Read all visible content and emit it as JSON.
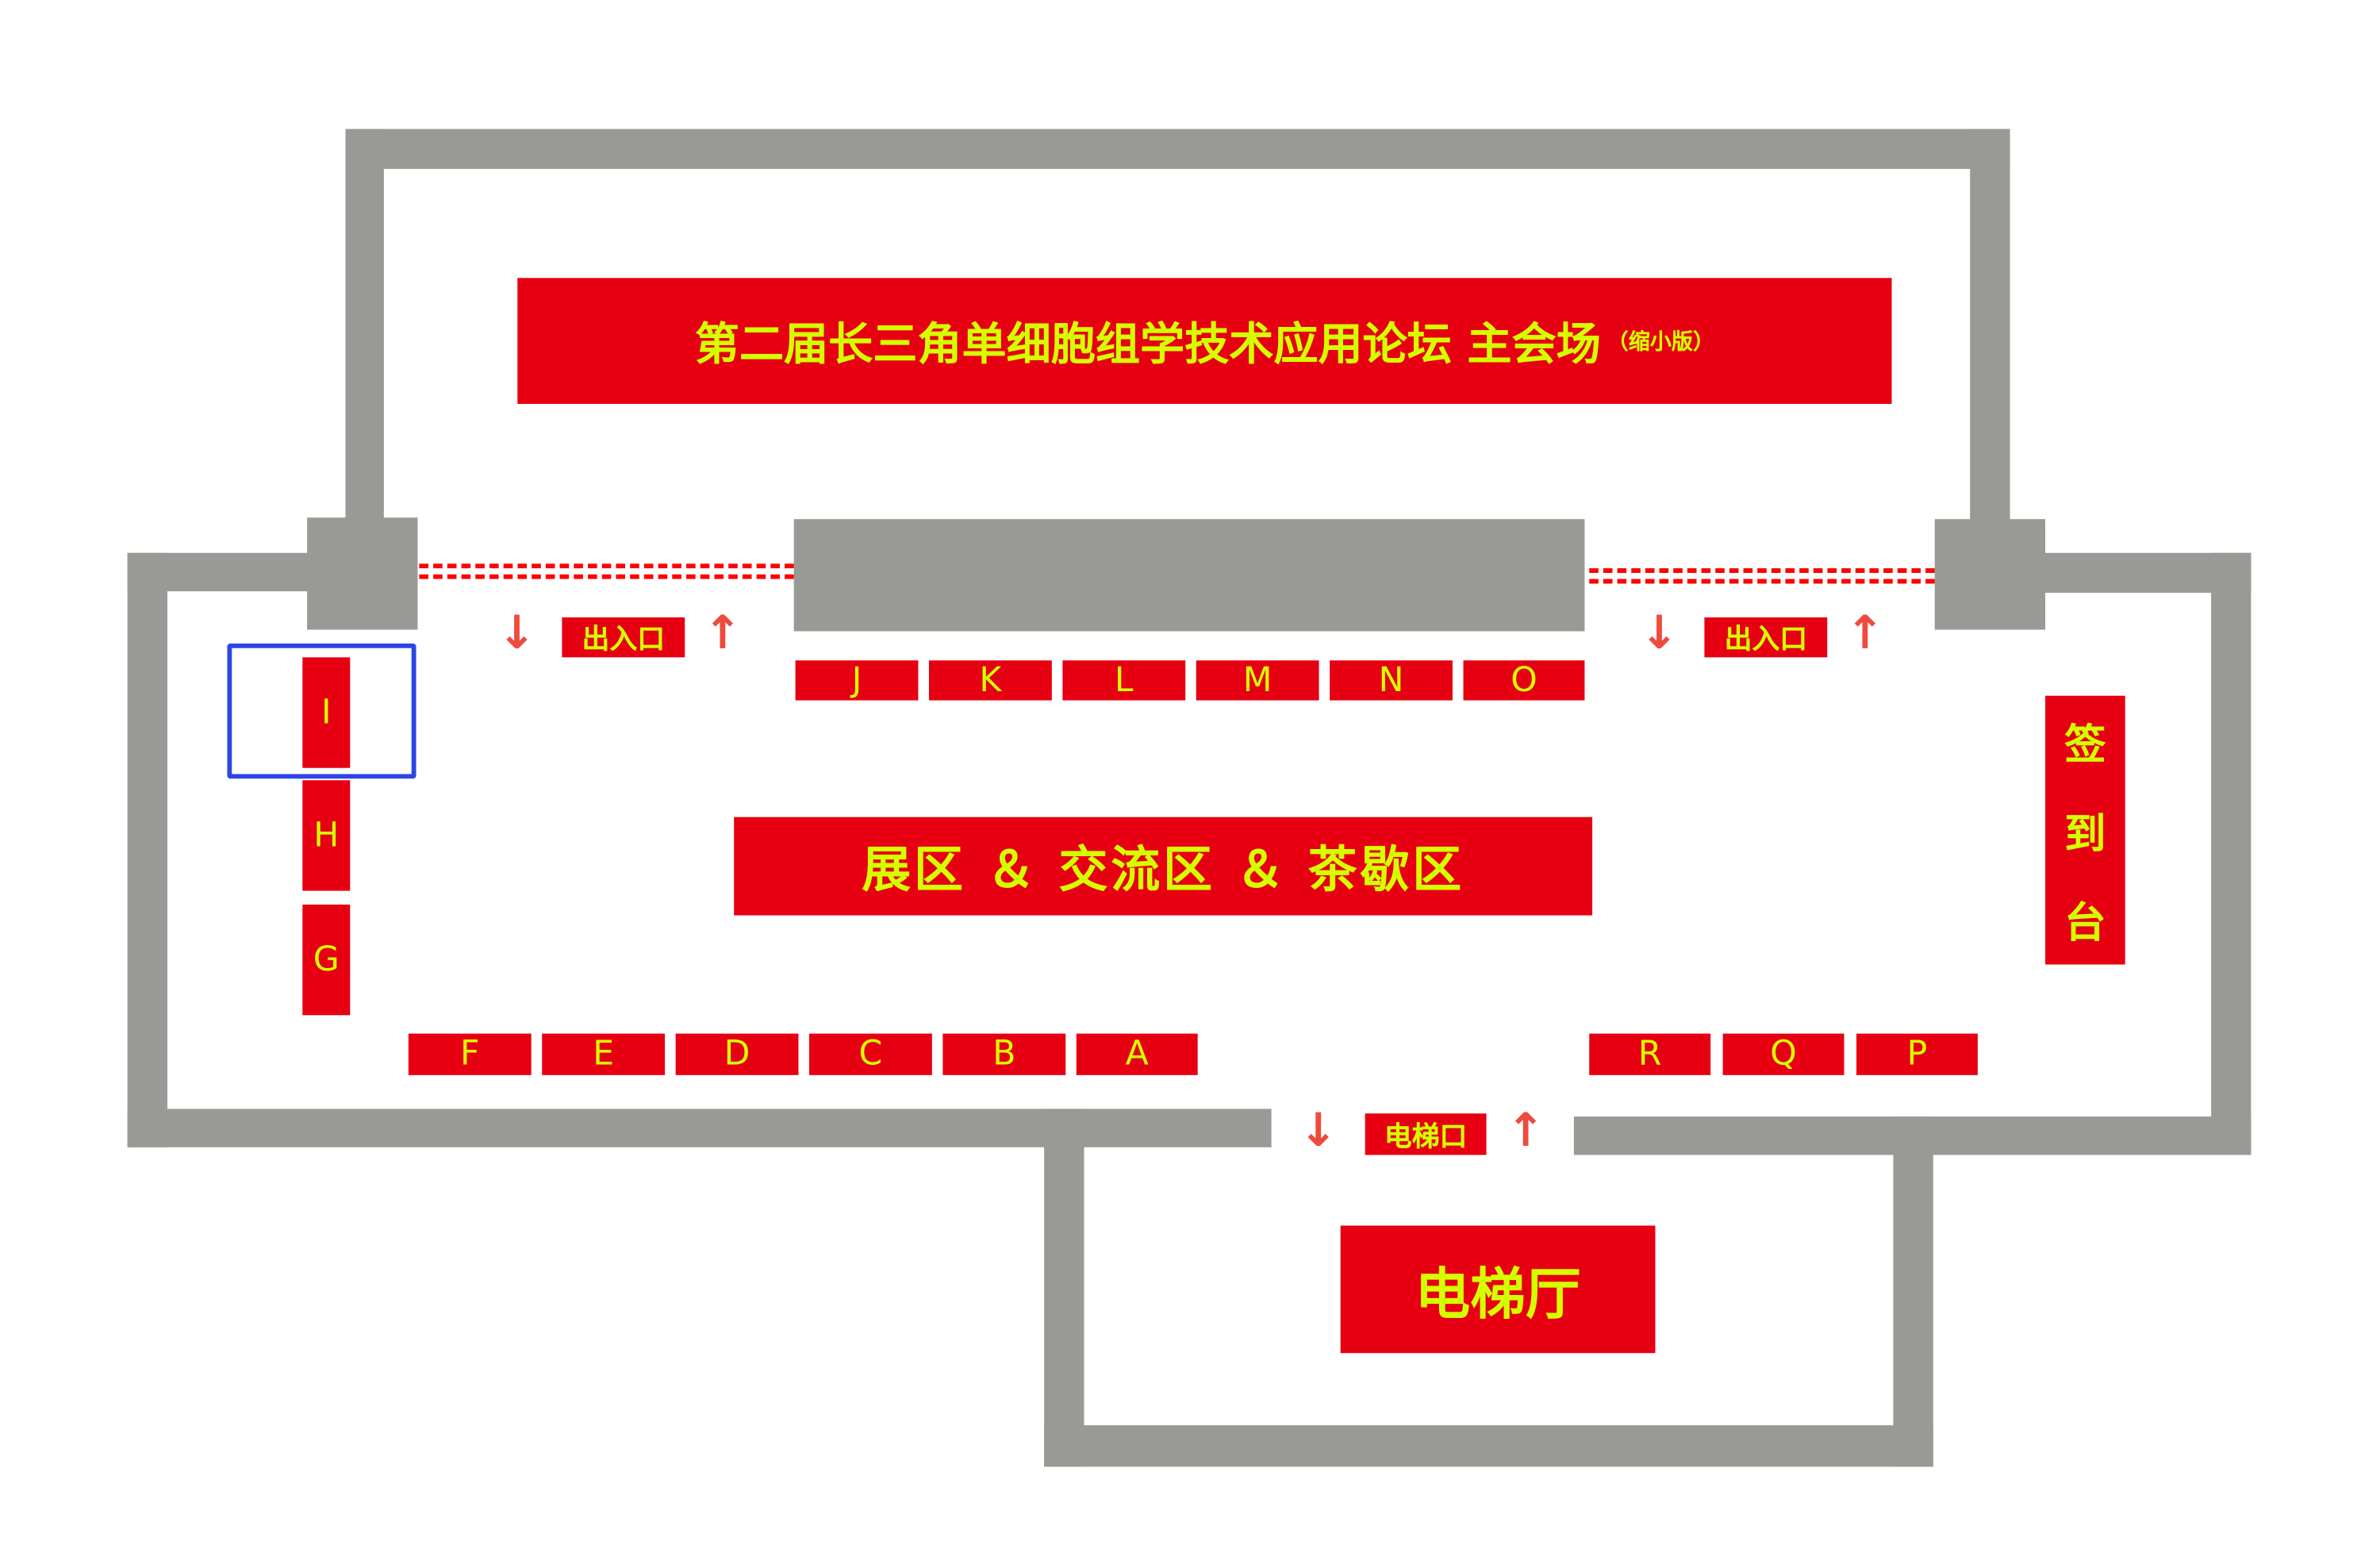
{
  "title": {
    "main": "第二届长三角单细胞组学技术应用论坛 主会场",
    "note": "（缩小版）"
  },
  "exits": {
    "left": "出入口",
    "right": "出入口",
    "elevator": "电梯口"
  },
  "arrows": {
    "down": "↓",
    "up": "↑"
  },
  "center_label": "展区 ＆ 交流区 ＆ 茶歇区",
  "checkin": [
    "签",
    "到",
    "台"
  ],
  "elevator_hall": "电梯厅",
  "booths": {
    "top": [
      "J",
      "K",
      "L",
      "M",
      "N",
      "O"
    ],
    "left": [
      "I",
      "H",
      "G"
    ],
    "bottom_left": [
      "F",
      "E",
      "D",
      "C",
      "B",
      "A"
    ],
    "bottom_right": [
      "R",
      "Q",
      "P"
    ]
  },
  "colors": {
    "wall": "#999995",
    "booth": "#e60012",
    "text": "#d4ff00",
    "highlight": "#2b45e6",
    "arrow": "#ee4b3f"
  }
}
